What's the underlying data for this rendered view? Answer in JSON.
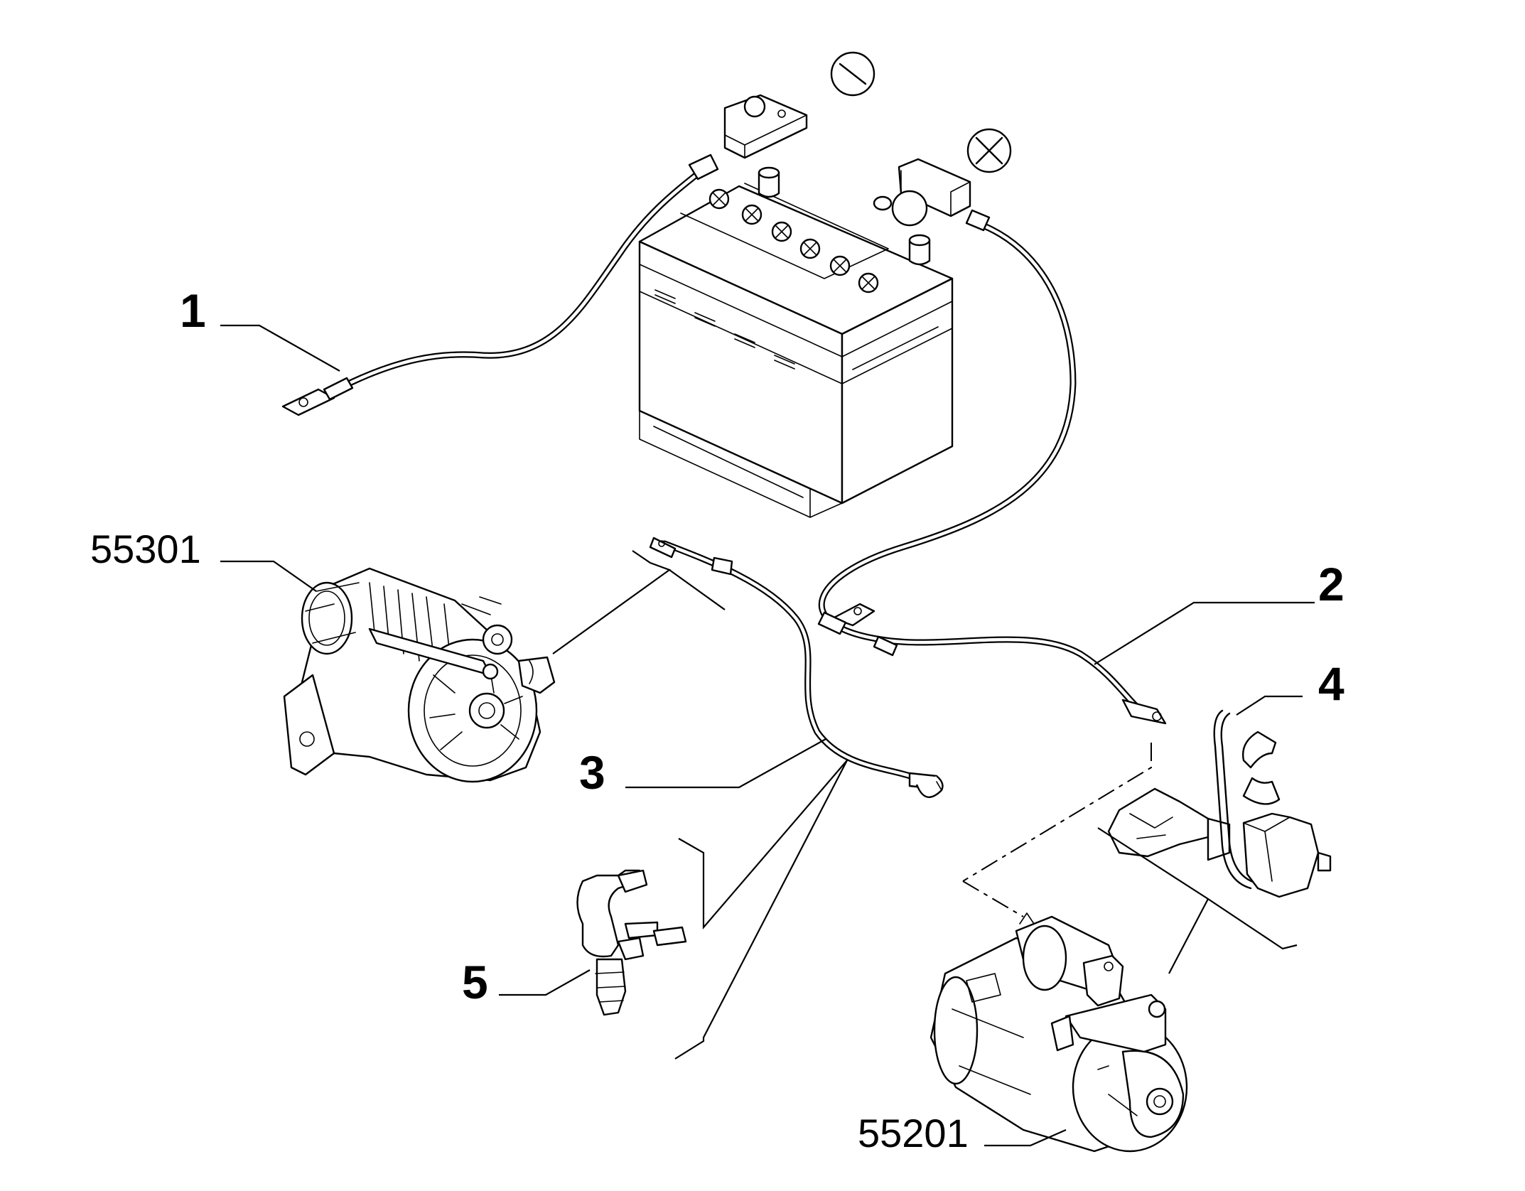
{
  "labels": {
    "part_1": "1",
    "part_2": "2",
    "part_3": "3",
    "part_4": "4",
    "part_5": "5",
    "alternator_ref": "55301",
    "starter_ref": "55201"
  },
  "icons": {
    "negative_terminal": "minus-circle-icon",
    "positive_terminal": "cross-circle-icon"
  }
}
